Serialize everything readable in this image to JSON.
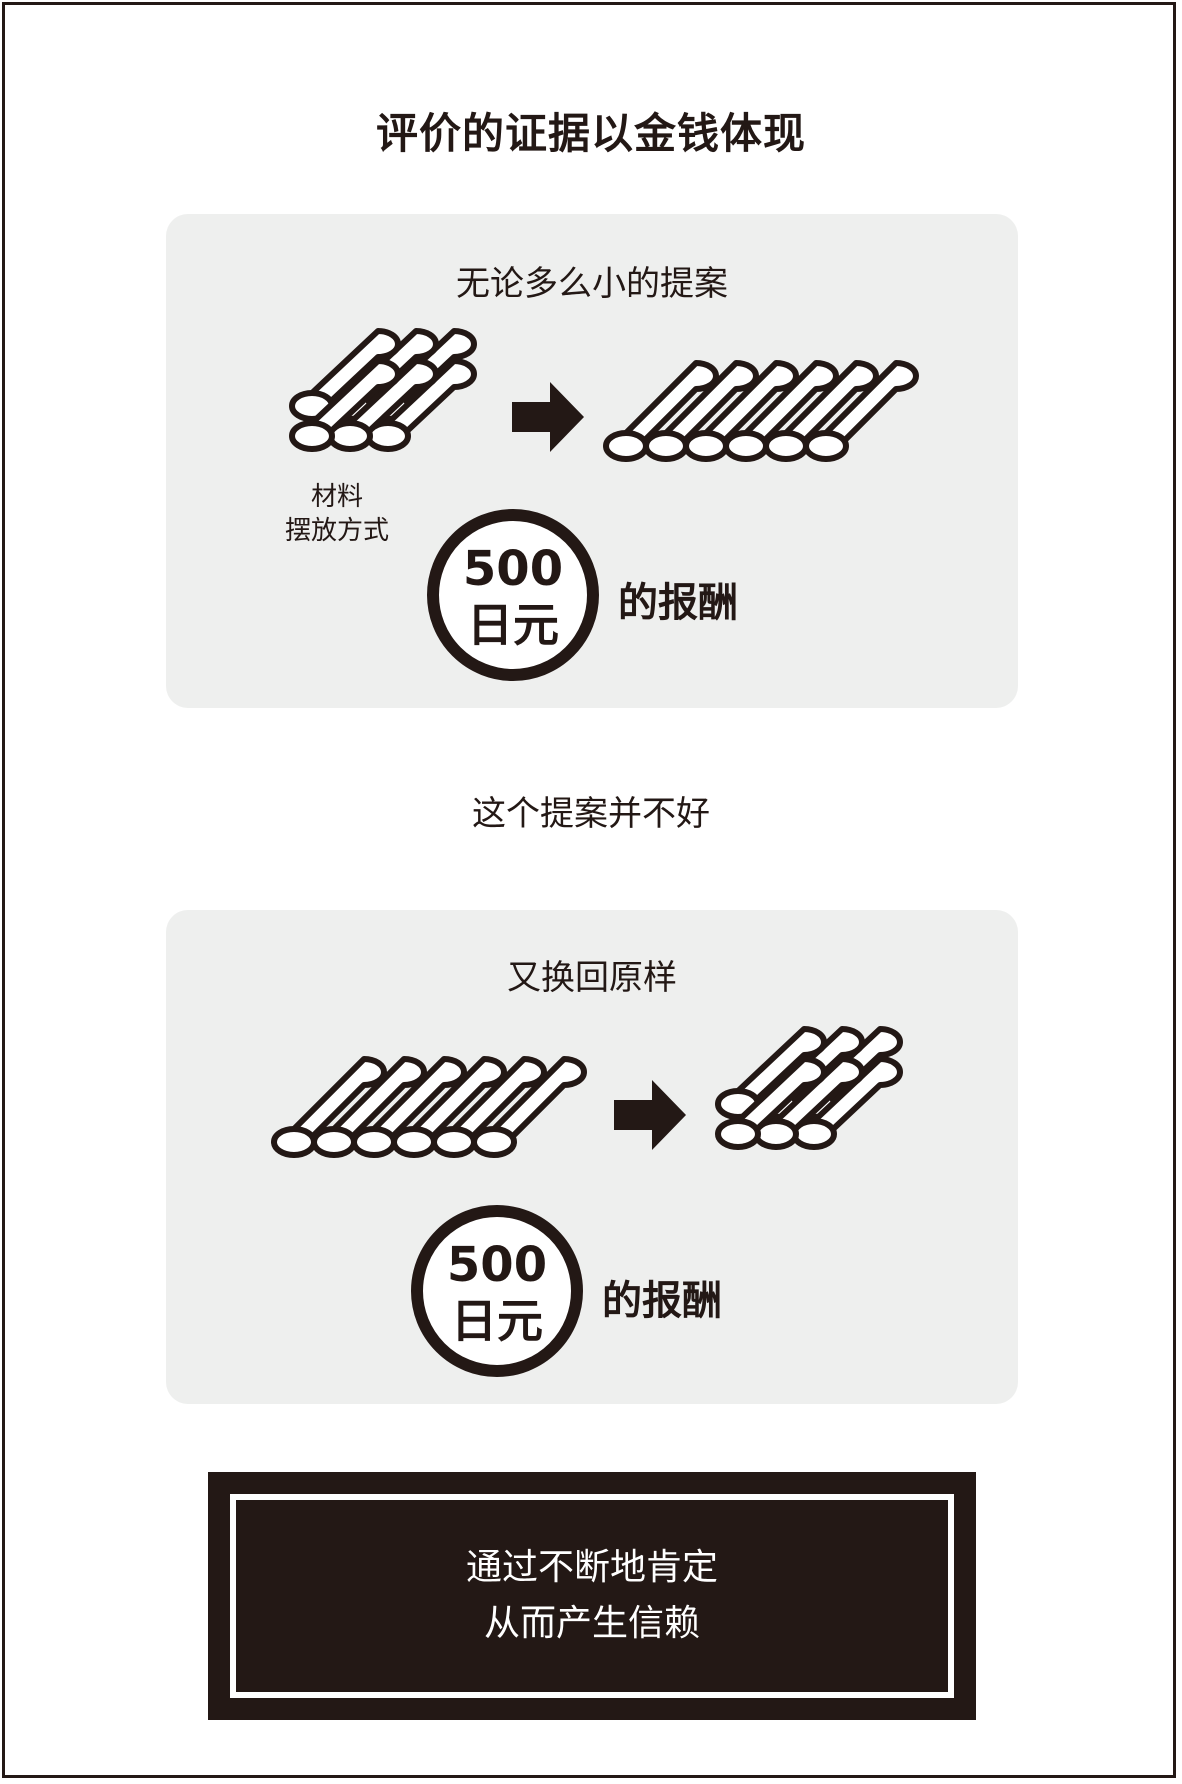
{
  "title": "评价的证据以金钱体现",
  "panel1": {
    "heading": "无论多么小的提案",
    "label_line1": "材料",
    "label_line2": "摆放方式",
    "coin_amount": "500",
    "coin_unit": "日元",
    "reward": "的报酬"
  },
  "middle_caption": "这个提案并不好",
  "panel2": {
    "heading": "又换回原样",
    "coin_amount": "500",
    "coin_unit": "日元",
    "reward": "的报酬"
  },
  "conclusion": {
    "line1": "通过不断地肯定",
    "line2": "从而产生信赖"
  },
  "colors": {
    "ink": "#231815",
    "panel": "#eeefee",
    "background": "#ffffff"
  },
  "icons": [
    "stacked-pipes-icon",
    "right-arrow-icon",
    "flat-pipes-icon",
    "coin-icon"
  ]
}
